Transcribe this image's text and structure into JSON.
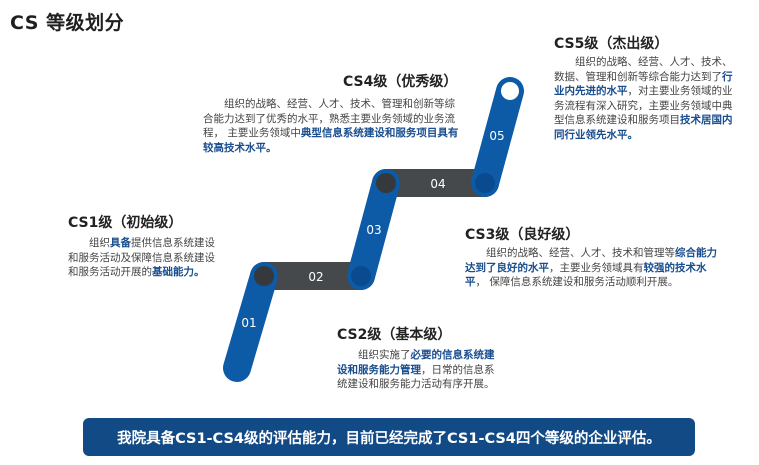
{
  "title": "CS 等级划分",
  "steps": [
    "01",
    "02",
    "03",
    "04",
    "05"
  ],
  "colors": {
    "blue": "#0d5aa7",
    "dark": "#46494c",
    "banner": "#124a86",
    "highlight": "#1a4e8f"
  },
  "levels": {
    "cs1": {
      "title": "CS1级（初始级）",
      "desc": [
        {
          "t": "组织",
          "b": false
        },
        {
          "t": "具备",
          "b": true
        },
        {
          "t": "提供信息系统建设和服务活动及保障信息系统建设和服务活动开展的",
          "b": false
        },
        {
          "t": "基础能力。",
          "b": true
        }
      ]
    },
    "cs2": {
      "title": "CS2级（基本级）",
      "desc": [
        {
          "t": "组织实施了",
          "b": false
        },
        {
          "t": "必要的信息系统建设和服务能力管理",
          "b": true
        },
        {
          "t": "，日常的信息系统建设和服务能力活动有序开展。",
          "b": false
        }
      ]
    },
    "cs3": {
      "title": "CS3级（良好级）",
      "desc": [
        {
          "t": "组织的战略、经营、人才、技术和管理等",
          "b": false
        },
        {
          "t": "综合能力达到了良好的水平",
          "b": true
        },
        {
          "t": "，主要业务领域具有",
          "b": false
        },
        {
          "t": "较强的技术水平",
          "b": true
        },
        {
          "t": "， 保障信息系统建设和服务活动顺利开展。",
          "b": false
        }
      ]
    },
    "cs4": {
      "title": "CS4级（优秀级）",
      "desc": [
        {
          "t": "组织的战略、经营、人才、技术、管理和创新等综合能力达到了优秀的水平，熟悉主要业务领域的业务流程， 主要业务领域中",
          "b": false
        },
        {
          "t": "典型信息系统建设和服务项目具有较高技术水平。",
          "b": true
        }
      ]
    },
    "cs5": {
      "title": "CS5级（杰出级）",
      "desc": [
        {
          "t": "组织的战略、经营、人才、技术、数据、管理和创新等综合能力达到了",
          "b": false
        },
        {
          "t": "行业内先进的水平",
          "b": true
        },
        {
          "t": "，对主要业务领域的业务流程有深入研究，主要业务领域中典型信息系统建设和服务项目",
          "b": false
        },
        {
          "t": "技术居国内同行业领先水平。",
          "b": true
        }
      ]
    }
  },
  "banner": "我院具备CS1-CS4级的评估能力，目前已经完成了CS1-CS4四个等级的企业评估。"
}
